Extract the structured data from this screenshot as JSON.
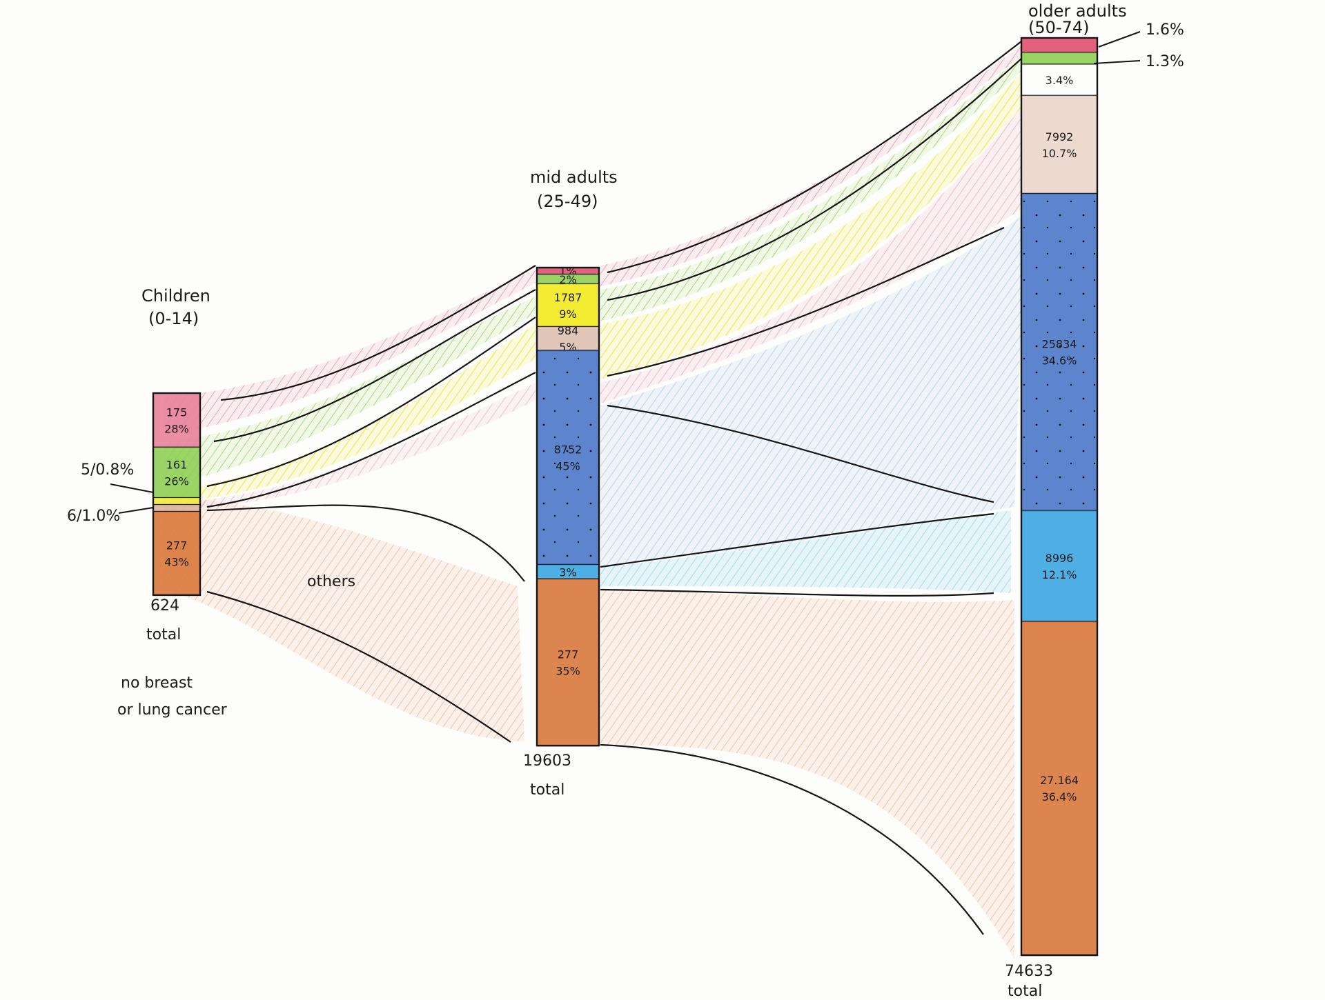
{
  "groups": {
    "children": {
      "title_line1": "Children",
      "title_line2": "(0-14)",
      "total": "624",
      "total_word": "total",
      "note_line1": "no breast",
      "note_line2": "or lung cancer",
      "callout_a": "5/0.8%",
      "callout_b": "6/1.0%",
      "segments": [
        {
          "name": "pink",
          "count": "175",
          "pct": "28%",
          "color": "#e8829a",
          "share": 0.28
        },
        {
          "name": "green",
          "count": "161",
          "pct": "26%",
          "color": "#8fcf55",
          "share": 0.26
        },
        {
          "name": "yellow",
          "count": "",
          "pct": "",
          "color": "#f2ea3a",
          "share": 0.008
        },
        {
          "name": "tan",
          "count": "",
          "pct": "",
          "color": "#d8b4a0",
          "share": 0.01
        },
        {
          "name": "orange",
          "count": "277",
          "pct": "43%",
          "color": "#d9783c",
          "share": 0.43
        }
      ]
    },
    "mid": {
      "title_line1": "mid adults",
      "title_line2": "(25-49)",
      "total": "19603",
      "total_word": "total",
      "segments": [
        {
          "name": "pink",
          "count": "",
          "pct": "1%",
          "color": "#e0506e",
          "share": 0.01
        },
        {
          "name": "green",
          "count": "",
          "pct": "2%",
          "color": "#8fcf55",
          "share": 0.02
        },
        {
          "name": "yellow",
          "count": "1787",
          "pct": "9%",
          "color": "#f2ea1c",
          "share": 0.09
        },
        {
          "name": "tan",
          "count": "984",
          "pct": "5%",
          "color": "#dcc0b0",
          "share": 0.05
        },
        {
          "name": "blue",
          "count": "8752",
          "pct": "45%",
          "color": "#4a78c8",
          "share": 0.45
        },
        {
          "name": "cyan",
          "count": "",
          "pct": "3%",
          "color": "#3aa6e0",
          "share": 0.03
        },
        {
          "name": "orange",
          "count": "277",
          "pct": "35%",
          "color": "#d9783c",
          "share": 0.35
        }
      ]
    },
    "older": {
      "title_line1": "older adults",
      "title_line2": "(50-74)",
      "total": "74633",
      "total_word": "total",
      "callout_a": "1.6%",
      "callout_b": "1.3%",
      "segments": [
        {
          "name": "pink",
          "count": "",
          "pct": "",
          "color": "#e0506e",
          "share": 0.016
        },
        {
          "name": "green",
          "count": "",
          "pct": "",
          "color": "#8fcf55",
          "share": 0.013
        },
        {
          "name": "white",
          "count": "",
          "pct": "3.4%",
          "color": "#fdfdfb",
          "share": 0.034
        },
        {
          "name": "tan",
          "count": "7992",
          "pct": "10.7%",
          "color": "#ead6cc",
          "share": 0.107
        },
        {
          "name": "blue",
          "count": "25834",
          "pct": "34.6%",
          "color": "#4a78c8",
          "share": 0.346
        },
        {
          "name": "cyan",
          "count": "8996",
          "pct": "12.1%",
          "color": "#3aa6e0",
          "share": 0.121
        },
        {
          "name": "orange",
          "count": "27.164",
          "pct": "36.4%",
          "color": "#d9783c",
          "share": 0.364
        }
      ]
    }
  },
  "others_label": "others"
}
